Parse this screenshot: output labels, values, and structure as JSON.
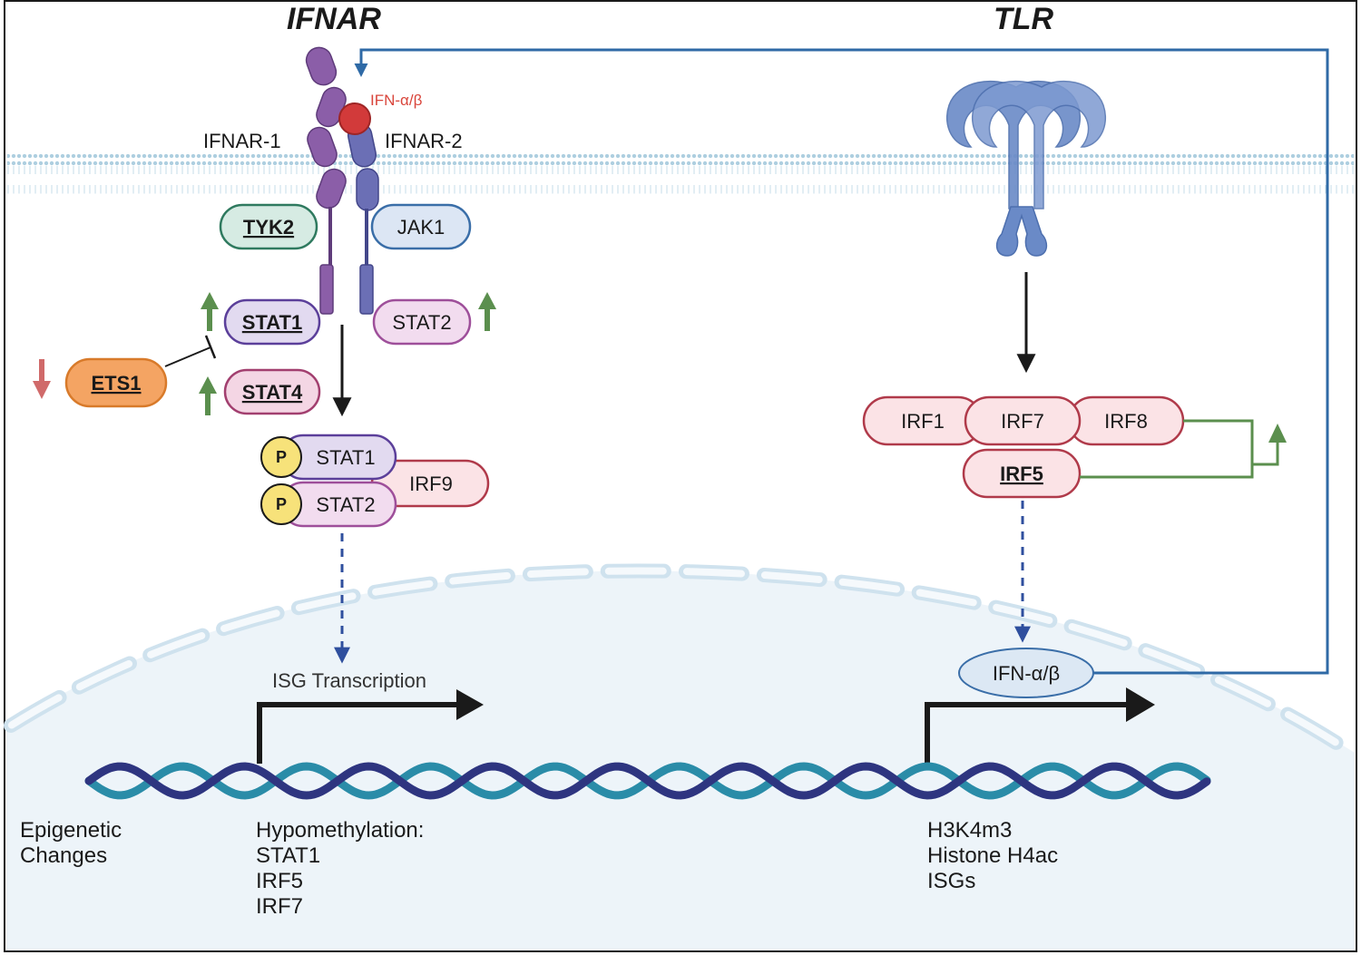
{
  "titles": {
    "ifnar": "IFNAR",
    "tlr": "TLR"
  },
  "receptor": {
    "ifnar1": "IFNAR-1",
    "ifnar2": "IFNAR-2",
    "ligand": "IFN-α/β"
  },
  "kinases": {
    "tyk2": "TYK2",
    "jak1": "JAK1"
  },
  "stats": {
    "stat1": "STAT1",
    "stat2": "STAT2",
    "stat4": "STAT4",
    "ets1": "ETS1"
  },
  "complex": {
    "p1": "P",
    "p2": "P",
    "stat1": "STAT1",
    "stat2": "STAT2",
    "irf9": "IRF9"
  },
  "irfs": {
    "irf1": "IRF1",
    "irf7": "IRF7",
    "irf8": "IRF8",
    "irf5": "IRF5"
  },
  "nucleus": {
    "isg": "ISG Transcription",
    "ifn": "IFN-α/β"
  },
  "epigenetic": {
    "line1": "Epigenetic",
    "line2": "Changes"
  },
  "hypomethylation": [
    "Hypomethylation:",
    "STAT1",
    "IRF5",
    "IRF7"
  ],
  "histone": [
    "H3K4m3",
    "Histone H4ac",
    "ISGs"
  ],
  "colors": {
    "purple": "#8b5ea8",
    "blue_violet": "#6b6fb5",
    "green_arrow": "#5b8f4e",
    "red_arrow": "#d06a6a",
    "feedback_blue": "#2f6aa6",
    "tlr_blue": "#6a8ac7",
    "dna_dark": "#2e3580",
    "dna_teal": "#2a8ca8"
  }
}
